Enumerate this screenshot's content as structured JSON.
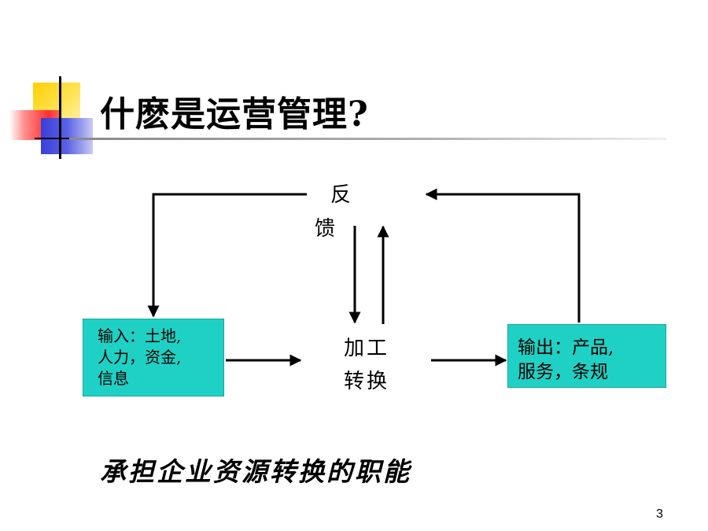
{
  "slide": {
    "title": "什麽是运营管理?",
    "page_number": "3"
  },
  "diagram": {
    "input_box": {
      "lines": [
        "输入：土地,",
        "人力，资金,",
        "信息"
      ]
    },
    "process": {
      "lines": [
        "加工",
        "转换"
      ]
    },
    "output_box": {
      "lines": [
        "输出：产品,",
        "服务，条规"
      ]
    },
    "feedback": {
      "lines": [
        "反",
        "馈"
      ]
    },
    "colors": {
      "box_fill": "#1fd1c4",
      "arrow": "#000000"
    }
  },
  "caption": "承担企业资源转换的职能"
}
